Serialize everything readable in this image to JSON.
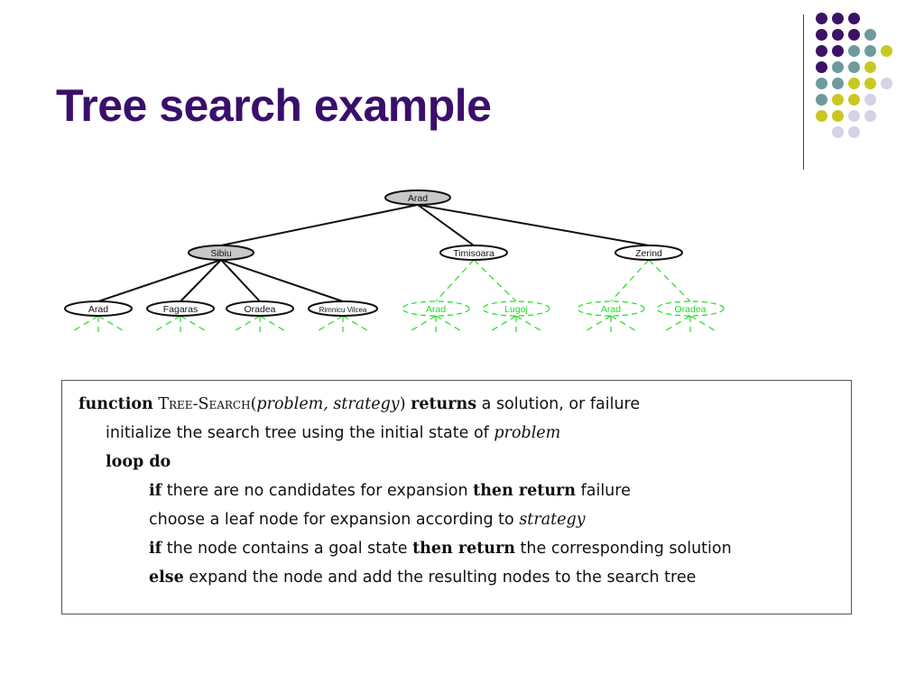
{
  "slide": {
    "title": "Tree search example"
  },
  "colors": {
    "title": "#3a0f6b",
    "purple": "#3b1266",
    "teal": "#6f9a9b",
    "yellow": "#c8c823",
    "lavender": "#d3d3e6",
    "expanded_node": "#c8c8c8",
    "generated_node": "#ffffff",
    "frontier_green": "#22dd22"
  },
  "decoration": {
    "dot_rows": [
      [
        "purple",
        "purple",
        "purple"
      ],
      [
        "purple",
        "purple",
        "purple",
        "teal"
      ],
      [
        "purple",
        "purple",
        "teal",
        "teal",
        "yellow"
      ],
      [
        "purple",
        "teal",
        "teal",
        "yellow"
      ],
      [
        "teal",
        "teal",
        "yellow",
        "yellow",
        "lavender"
      ],
      [
        "teal",
        "yellow",
        "yellow",
        "lavender"
      ],
      [
        "yellow",
        "yellow",
        "lavender",
        "lavender"
      ],
      [
        "lavender",
        "lavender"
      ]
    ]
  },
  "tree": {
    "root": {
      "label": "Arad",
      "state": "expanded"
    },
    "level1": [
      {
        "label": "Sibiu",
        "state": "expanded"
      },
      {
        "label": "Timisoara",
        "state": "generated"
      },
      {
        "label": "Zerind",
        "state": "generated"
      }
    ],
    "level2": [
      {
        "label": "Arad",
        "state": "generated",
        "parent": "Sibiu"
      },
      {
        "label": "Fagaras",
        "state": "generated",
        "parent": "Sibiu"
      },
      {
        "label": "Oradea",
        "state": "generated",
        "parent": "Sibiu"
      },
      {
        "label": "Rimnicu Vilcea",
        "state": "generated",
        "parent": "Sibiu"
      },
      {
        "label": "Arad",
        "state": "frontier",
        "parent": "Timisoara"
      },
      {
        "label": "Lugoj",
        "state": "frontier",
        "parent": "Timisoara"
      },
      {
        "label": "Arad",
        "state": "frontier",
        "parent": "Zerind"
      },
      {
        "label": "Oradea",
        "state": "frontier",
        "parent": "Zerind"
      }
    ]
  },
  "algorithm": {
    "line1": {
      "kw_function": "function",
      "name": "Tree-Search(",
      "params": "problem, strategy",
      "close": ")",
      "kw_returns": "returns",
      "rest": "a solution, or failure"
    },
    "line2": {
      "text": "initialize the search tree using the initial state of",
      "var": "problem"
    },
    "line3": {
      "kw": "loop do"
    },
    "line4": {
      "kw_if": "if",
      "text": "there are no candidates for expansion",
      "kw_then": "then return",
      "rest": "failure"
    },
    "line5": {
      "text": "choose a leaf node for expansion according to",
      "var": "strategy"
    },
    "line6": {
      "kw_if": "if",
      "text": "the node contains a goal state",
      "kw_then": "then return",
      "rest": "the corresponding solution"
    },
    "line7": {
      "kw_else": "else",
      "text": "expand the node and add the resulting nodes to the search tree"
    }
  }
}
